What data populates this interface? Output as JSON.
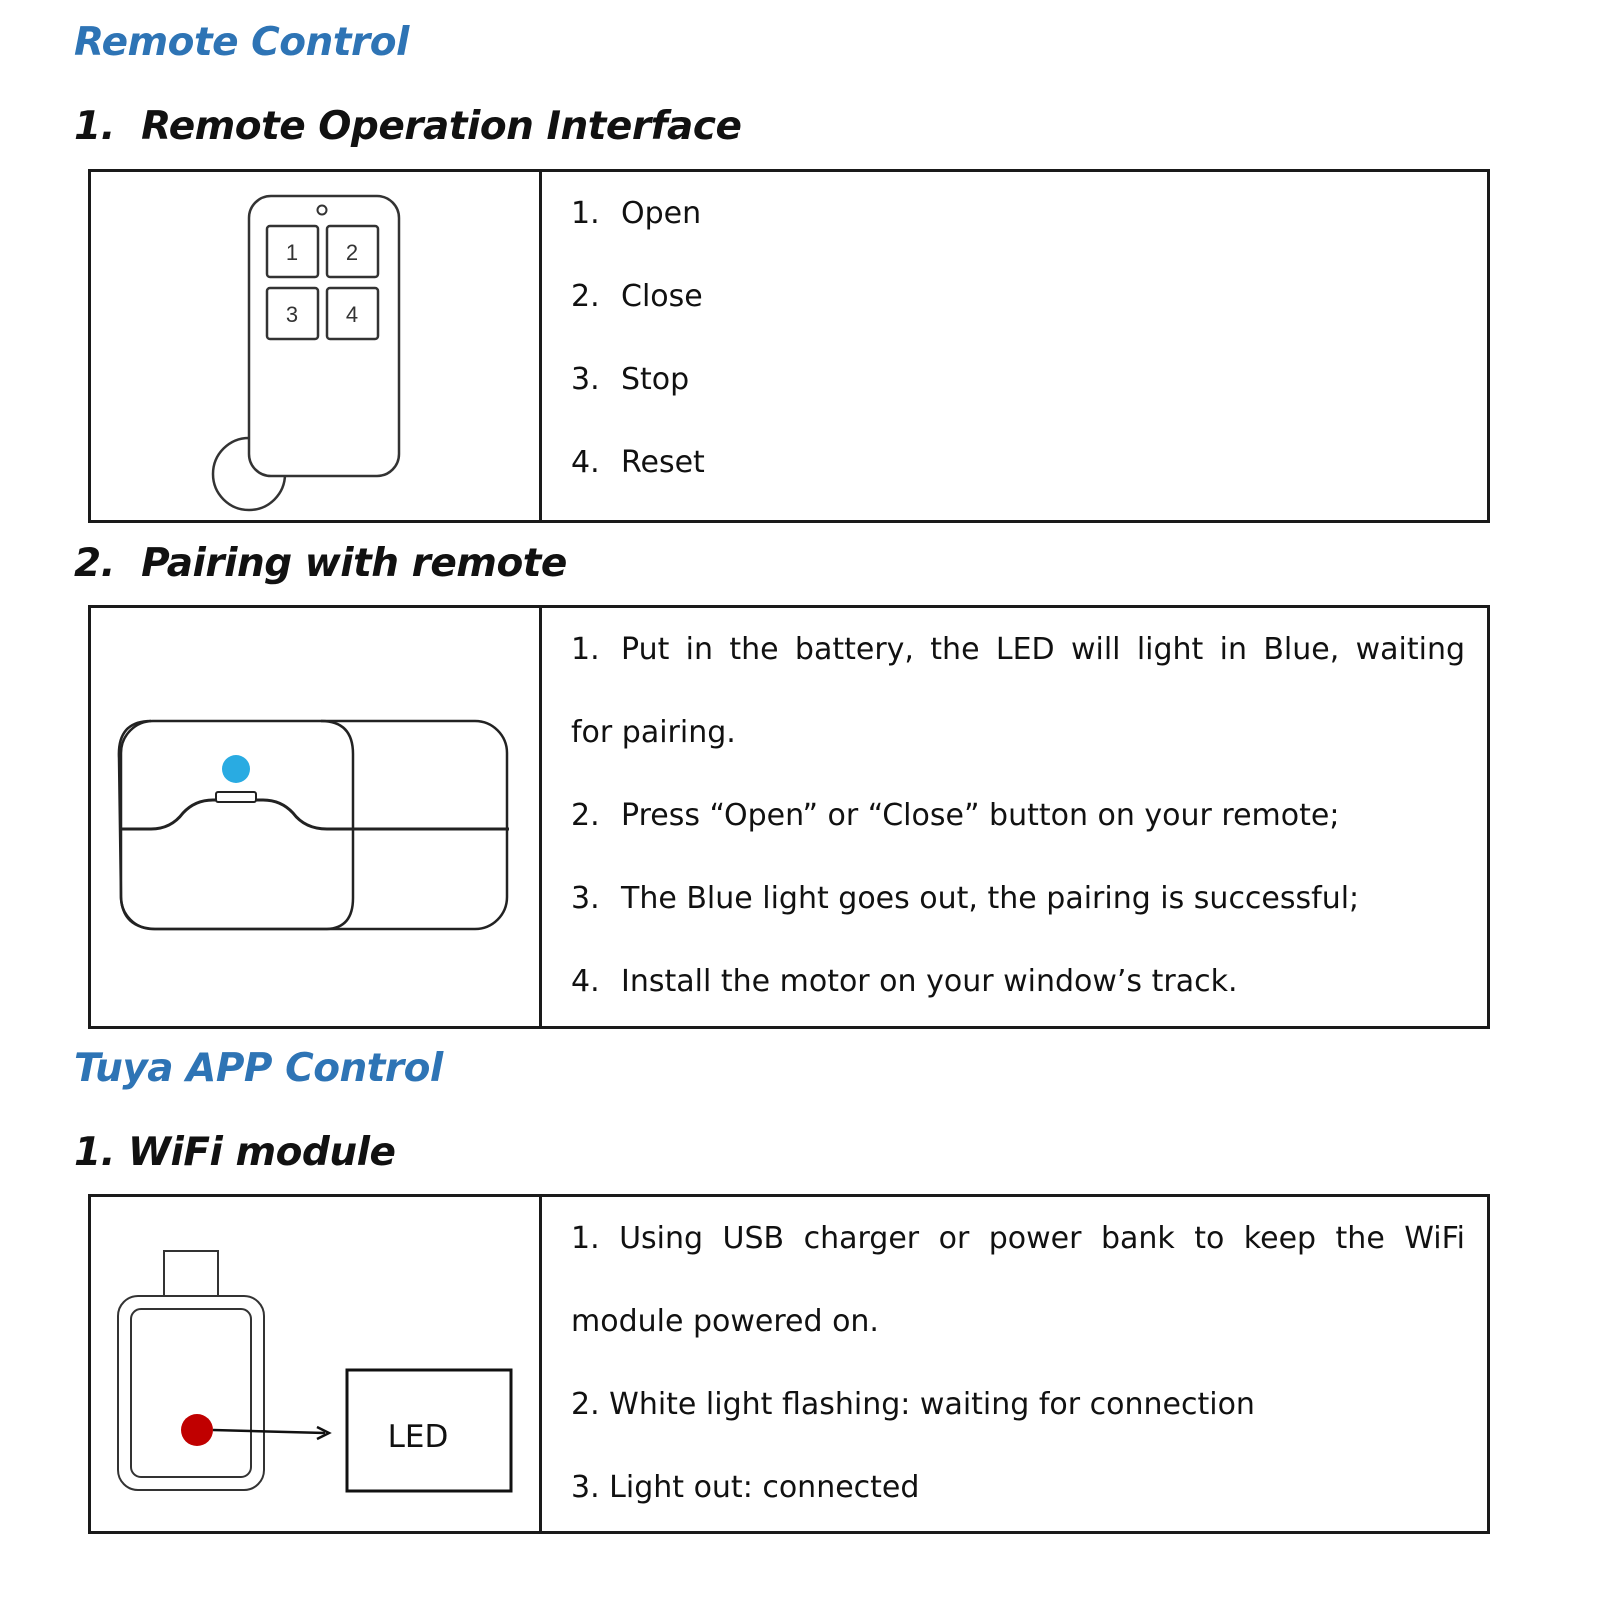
{
  "section_remote": {
    "title": "Remote Control",
    "interface": {
      "heading": "1.  Remote Operation Interface",
      "remote_button_labels": [
        "1",
        "2",
        "3",
        "4"
      ],
      "items": [
        {
          "num": "1.",
          "text": "Open"
        },
        {
          "num": "2.",
          "text": "Close"
        },
        {
          "num": "3.",
          "text": "Stop"
        },
        {
          "num": "4.",
          "text": "Reset"
        }
      ]
    },
    "pairing": {
      "heading": "2.  Pairing with remote",
      "led_color": "#29abe2",
      "items": [
        {
          "num": "1.",
          "text_line1": "Put in the battery, the LED will light in Blue, waiting",
          "text_line2": "for pairing."
        },
        {
          "num": "2.",
          "text": "Press “Open” or “Close” button on your remote;"
        },
        {
          "num": "3.",
          "text": "The Blue light goes out, the pairing is successful;"
        },
        {
          "num": "4.",
          "text": "Install the motor on your window’s track."
        }
      ]
    }
  },
  "section_app": {
    "title": "Tuya APP Control",
    "wifi": {
      "heading": "1. WiFi module",
      "led_label": "LED",
      "led_color": "#c00000",
      "items": [
        {
          "text_line1": "1. Using USB charger or power bank to keep the WiFi",
          "text_line2": "module powered on."
        },
        {
          "text": "2. White light flashing: waiting for connection"
        },
        {
          "text": "3. Light out: connected"
        }
      ]
    }
  }
}
